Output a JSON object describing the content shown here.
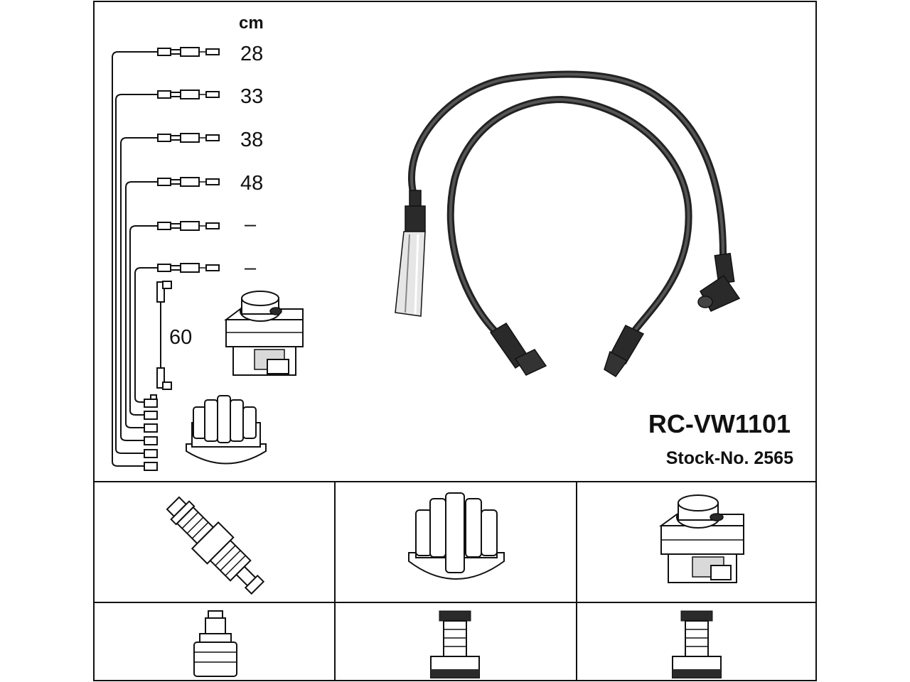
{
  "product": {
    "code": "RC-VW1101",
    "stock_label": "Stock-No. 2565"
  },
  "lengths": {
    "unit": "cm",
    "leads": [
      "28",
      "33",
      "38",
      "48",
      "–",
      "–"
    ],
    "coil_lead": "60"
  },
  "icons": {
    "lead_set": "ignition-lead-set-icon",
    "coil_small": "ignition-coil-icon",
    "distributor_small": "distributor-cap-icon",
    "cables": "ignition-cables-icon",
    "spark_plug": "spark-plug-icon",
    "distributor_cap": "distributor-cap-icon",
    "coil": "ignition-coil-icon",
    "plug_terminal": "plug-terminal-icon",
    "cap_terminal": "cap-terminal-icon",
    "coil_terminal": "coil-terminal-icon"
  },
  "colors": {
    "line": "#111111",
    "background": "#ffffff"
  }
}
